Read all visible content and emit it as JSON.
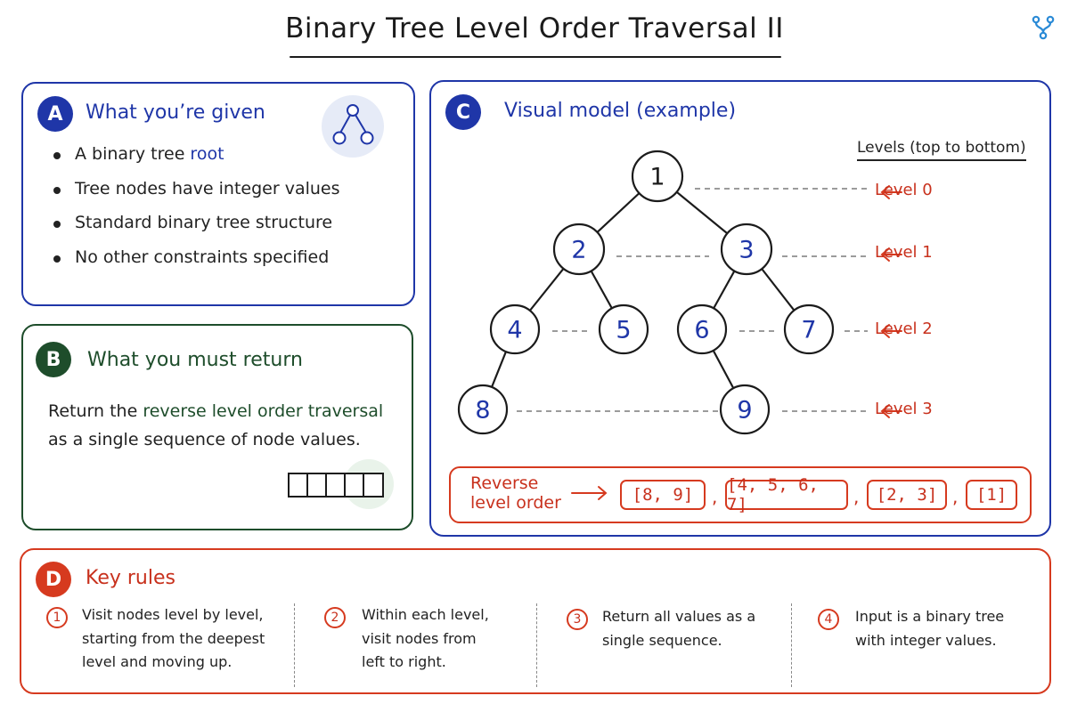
{
  "title": "Binary Tree Level Order Traversal II",
  "colors": {
    "blue": "#1f36a8",
    "green": "#1e4d2b",
    "red": "#d63a1f"
  },
  "header_icon": "git-branch-icon",
  "panel_a": {
    "badge": "A",
    "heading": "What you’re given",
    "icon": "tree-icon",
    "bullets": [
      {
        "text": "A binary tree ",
        "highlight": "root"
      },
      {
        "text": "Tree nodes have integer values"
      },
      {
        "text": "Standard binary tree structure"
      },
      {
        "text": "No other constraints specified"
      }
    ]
  },
  "panel_b": {
    "badge": "B",
    "heading": "What you must return",
    "text_prefix": "Return the ",
    "text_highlight": "reverse level order traversal",
    "text_suffix": "as a single sequence of node values.",
    "icon": "array-cells-icon"
  },
  "panel_c": {
    "badge": "C",
    "heading": "Visual model (example)",
    "levels_header": "Levels (top to bottom)",
    "level_labels": [
      "Level 0",
      "Level 1",
      "Level 2",
      "Level 3"
    ],
    "nodes": [
      "1",
      "2",
      "3",
      "4",
      "5",
      "6",
      "7",
      "8",
      "9"
    ],
    "reverse_label_line1": "Reverse",
    "reverse_label_line2": "level order",
    "groups": [
      "[8, 9]",
      "[4, 5, 6, 7]",
      "[2, 3]",
      "[1]"
    ],
    "separator": ","
  },
  "panel_d": {
    "badge": "D",
    "heading": "Key rules",
    "rules": [
      {
        "num": "1",
        "lines": [
          "Visit nodes level by level,",
          "starting from the deepest",
          "level and moving up."
        ]
      },
      {
        "num": "2",
        "lines": [
          "Within each level,",
          "visit nodes from",
          "left to right."
        ]
      },
      {
        "num": "3",
        "lines": [
          "Return all values as a",
          "single sequence."
        ]
      },
      {
        "num": "4",
        "lines": [
          "Input is a binary tree",
          "with integer values."
        ]
      }
    ]
  }
}
